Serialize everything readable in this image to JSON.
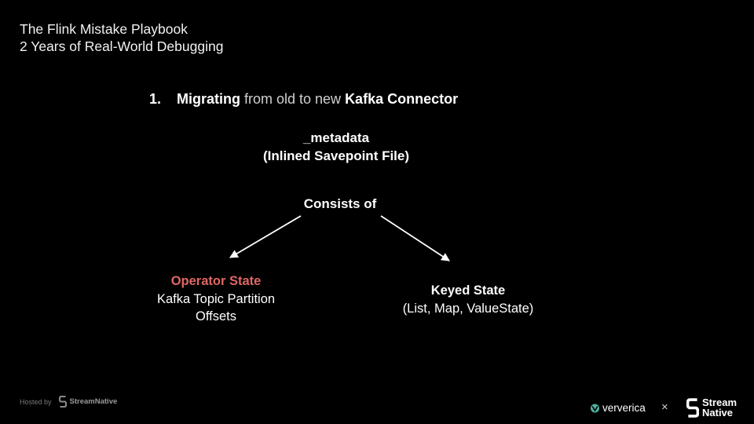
{
  "deck": {
    "title_line1": "The Flink Mistake Playbook",
    "title_line2": "2 Years of Real-World Debugging"
  },
  "heading": {
    "number": "1.",
    "part1": "Migrating",
    "part2": " from old to new ",
    "part3": "Kafka Connector"
  },
  "diagram": {
    "root_line1": "_metadata",
    "root_line2": "(Inlined Savepoint File)",
    "connector": "Consists of",
    "left_title": "Operator State",
    "left_line1": "Kafka Topic Partition",
    "left_line2": "Offsets",
    "right_title": "Keyed State",
    "right_line1": "(List, Map, ValueState)",
    "left_title_color": "#e06666"
  },
  "footer": {
    "hosted_by": "Hosted by",
    "hosted_brand": "StreamNative",
    "partner1": "ververica",
    "separator": "×",
    "partner2_line1": "Stream",
    "partner2_line2": "Native"
  }
}
